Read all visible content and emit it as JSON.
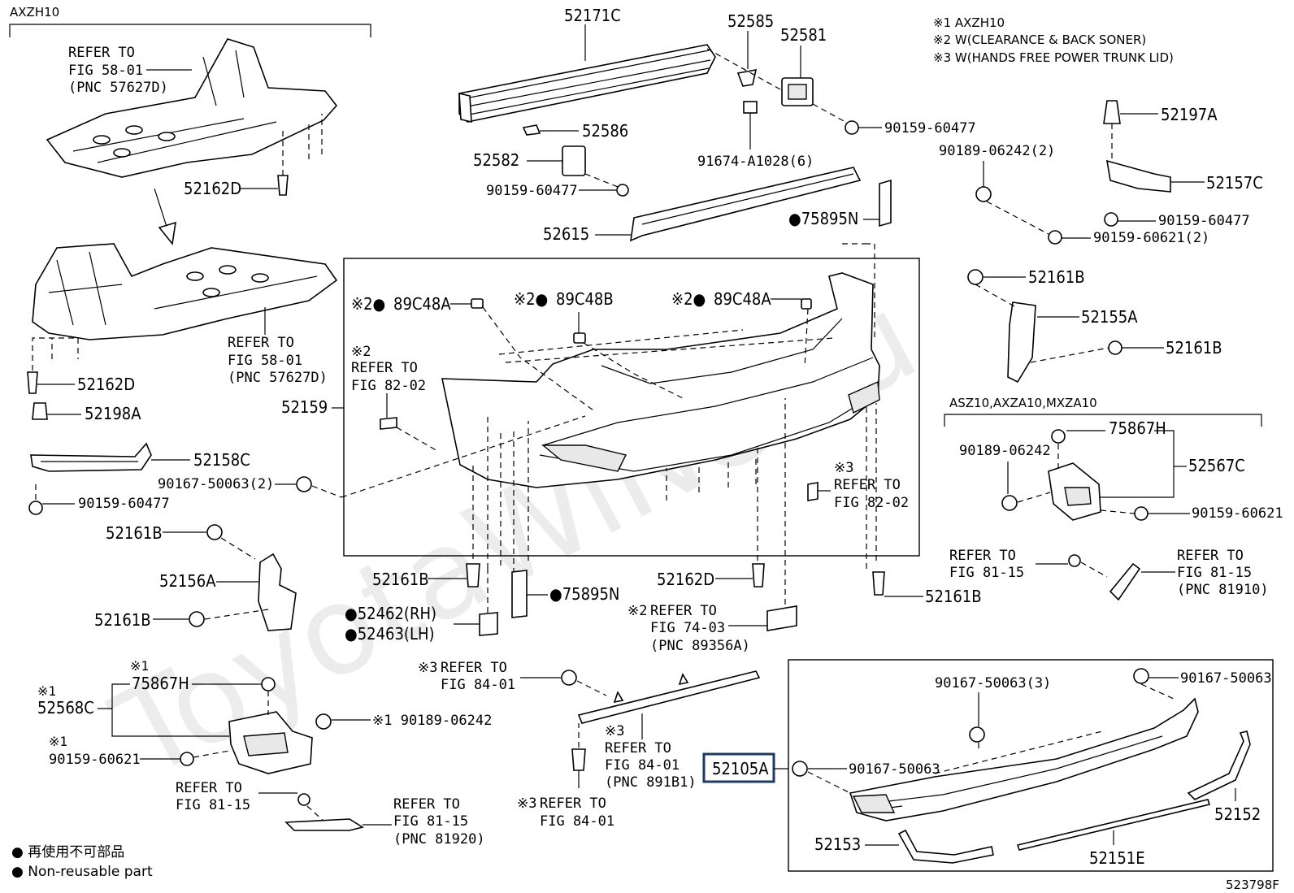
{
  "header": {
    "left_group": "AXZH10",
    "right_group": "ASZ10,AXZA10,MXZA10"
  },
  "notes": [
    "※1  AXZH10",
    "※2  W(CLEARANCE & BACK SONER)",
    "※3  W(HANDS FREE POWER TRUNK LID)"
  ],
  "labels": {
    "p52171C": "52171C",
    "p52585": "52585",
    "p52581": "52581",
    "p52586": "52586",
    "p52582": "52582",
    "p90159_60477_a": "90159-60477",
    "p90159_60477_b": "90159-60477",
    "p91674": "91674-A1028(6)",
    "p52615": "52615",
    "p75895N_top": "●75895N",
    "p52197A": "52197A",
    "p90189_2": "90189-06242(2)",
    "p52157C": "52157C",
    "p90159_60477_c": "90159-60477",
    "p90159_60621_2": "90159-60621(2)",
    "p52161B_r1": "52161B",
    "p52155A": "52155A",
    "p52161B_r2": "52161B",
    "p89C48A_l": "89C48A",
    "p89C48B": "89C48B",
    "p89C48A_r": "89C48A",
    "mark2_a": "※2●",
    "mark2_b": "※2●",
    "mark2_c": "※2●",
    "refer82_l_mark": "※2",
    "refer82_l_1": "REFER TO",
    "refer82_l_2": "FIG 82-02",
    "p52159": "52159",
    "refer82_r_mark": "※3",
    "refer82_r_1": "REFER TO",
    "refer82_r_2": "FIG 82-02",
    "refer58a_1": "REFER TO",
    "refer58a_2": "FIG 58-01",
    "refer58a_3": "(PNC 57627D)",
    "p52162D_a": "52162D",
    "refer58b_1": "REFER TO",
    "refer58b_2": "FIG 58-01",
    "refer58b_3": "(PNC 57627D)",
    "p52162D_b": "52162D",
    "p52198A": "52198A",
    "p52158C": "52158C",
    "p90167_2": "90167-50063(2)",
    "p90159_60477_d": "90159-60477",
    "p52161B_l1": "52161B",
    "p52156A": "52156A",
    "p52161B_l2": "52161B",
    "p52161B_c": "52161B",
    "p75895N_c": "●75895N",
    "p52462": "●52462(RH)",
    "p52463": "●52463(LH)",
    "p52162D_c": "52162D",
    "refer74_mark": "※2",
    "refer74_1": "REFER TO",
    "refer74_2": "FIG 74-03",
    "refer74_3": "(PNC 89356A)",
    "p52161B_rb": "52161B",
    "p90189_06242_r": "90189-06242",
    "p75867H_r": "75867H",
    "p52567C": "52567C",
    "p90159_60621_r": "90159-60621",
    "refer8115_r1a": "REFER TO",
    "refer8115_r1b": "FIG 81-15",
    "refer8115_r2a": "REFER TO",
    "refer8115_r2b": "FIG 81-15",
    "refer8115_r2c": "(PNC 81910)",
    "mark1_a": "※1",
    "p75867H_l": "75867H",
    "mark1_b": "※1",
    "p52568C": "52568C",
    "p90189_06242_l": "※1 90189-06242",
    "mark1_c": "※1",
    "p90159_60621_l": "90159-60621",
    "refer8115_la": "REFER TO",
    "refer8115_lb": "FIG 81-15",
    "refer8115_m1": "REFER TO",
    "refer8115_m2": "FIG 81-15",
    "refer8115_m3": "(PNC 81920)",
    "refer8401_a_mark": "※3",
    "refer8401_a1": "REFER TO",
    "refer8401_a2": "FIG 84-01",
    "refer8401_b_mark": "※3",
    "refer8401_b1": "REFER TO",
    "refer8401_b2": "FIG 84-01",
    "refer8401_b3": "(PNC 891B1)",
    "refer8401_c_mark": "※3",
    "refer8401_c1": "REFER TO",
    "refer8401_c2": "FIG 84-01",
    "p52105A": "52105A",
    "p90167_3": "90167-50063(3)",
    "p90167_r": "90167-50063",
    "p90167_m": "90167-50063",
    "p52152": "52152",
    "p52153": "52153",
    "p52151E": "52151E"
  },
  "legend": {
    "jp": "● 再使用不可部品",
    "en": "● Non-reusable part"
  },
  "figure_id": "523798F",
  "watermark": "ToyotaWiNe.ru"
}
